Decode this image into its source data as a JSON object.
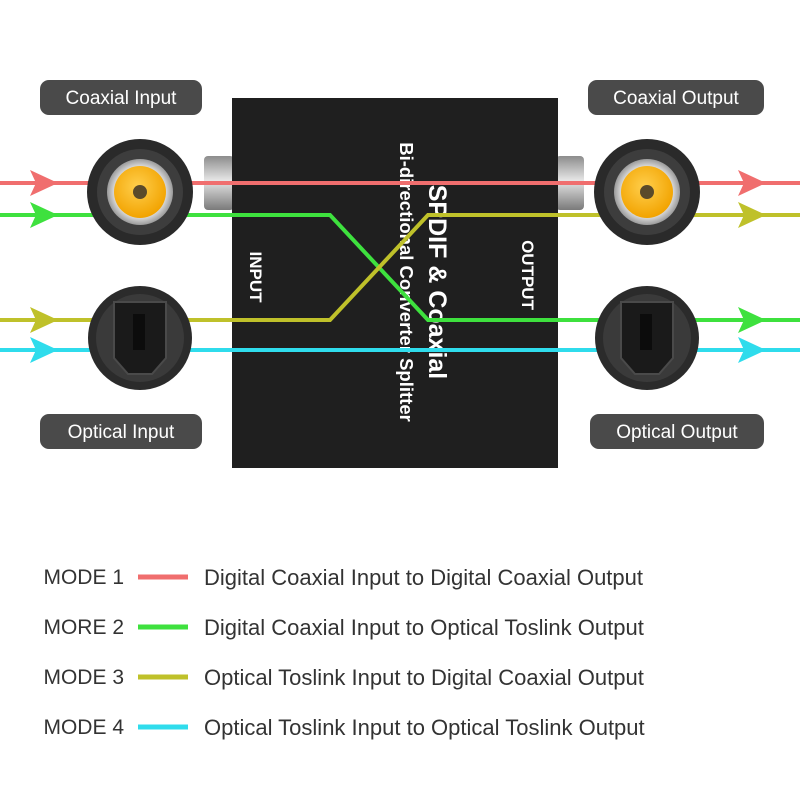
{
  "labels": {
    "coaxial_input": "Coaxial Input",
    "coaxial_output": "Coaxial Output",
    "optical_input": "Optical Input",
    "optical_output": "Optical Output"
  },
  "device": {
    "title": "SPDIF & Coaxial",
    "subtitle": "Bi-directional Converter Splitter",
    "input_label": "INPUT",
    "output_label": "OUTPUT"
  },
  "colors": {
    "mode1": "#f06e6e",
    "mode2": "#3ee13e",
    "mode3": "#bfc12a",
    "mode4": "#2fdcec"
  },
  "icons": [
    "rca-coaxial-jack-icon",
    "toslink-optical-jack-icon",
    "arrow-right-icon"
  ],
  "legend": [
    {
      "mode": "MODE 1",
      "desc": "Digital Coaxial Input to Digital Coaxial Output",
      "color": "#f06e6e"
    },
    {
      "mode": "MORE 2",
      "desc": "Digital Coaxial Input to Optical Toslink Output",
      "color": "#3ee13e"
    },
    {
      "mode": "MODE 3",
      "desc": "Optical Toslink Input to Digital Coaxial Output",
      "color": "#bfc12a"
    },
    {
      "mode": "MODE 4",
      "desc": "Optical Toslink Input to Optical Toslink Output",
      "color": "#2fdcec"
    }
  ]
}
